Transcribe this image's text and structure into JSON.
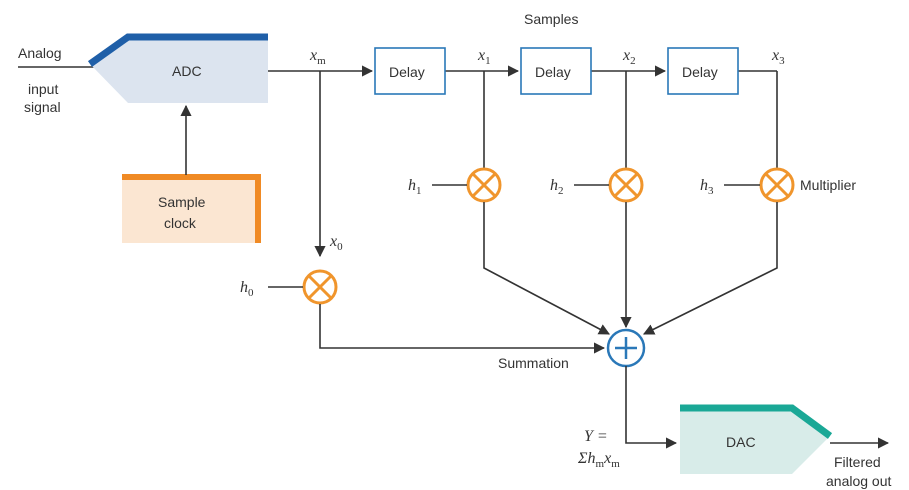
{
  "labels": {
    "analog_input": [
      "Analog",
      "input",
      "signal"
    ],
    "adc": "ADC",
    "sample_clock": [
      "Sample",
      "clock"
    ],
    "samples": "Samples",
    "delay": "Delay",
    "multiplier": "Multiplier",
    "summation": "Summation",
    "dac": "DAC",
    "filtered_out": [
      "Filtered",
      "analog out"
    ],
    "output_eq_line1": "Y =",
    "output_eq_line2": "Σh",
    "output_eq_sub1": "m",
    "output_eq_mid": "x",
    "output_eq_sub2": "m"
  },
  "signals": {
    "xm": {
      "var": "x",
      "sub": "m"
    },
    "x0": {
      "var": "x",
      "sub": "0"
    },
    "x1": {
      "var": "x",
      "sub": "1"
    },
    "x2": {
      "var": "x",
      "sub": "2"
    },
    "x3": {
      "var": "x",
      "sub": "3"
    }
  },
  "coefficients": {
    "h0": {
      "var": "h",
      "sub": "0"
    },
    "h1": {
      "var": "h",
      "sub": "1"
    },
    "h2": {
      "var": "h",
      "sub": "2"
    },
    "h3": {
      "var": "h",
      "sub": "3"
    }
  },
  "colors": {
    "adc_fill": "#dce4ef",
    "adc_accent": "#1f5fa8",
    "clock_fill": "#fbe6d2",
    "clock_accent": "#f08a24",
    "delay_border": "#2a78b8",
    "multiplier": "#f0952c",
    "summation": "#2a78b8",
    "dac_fill": "#d8ece9",
    "dac_accent": "#1aa896",
    "wire": "#333333"
  }
}
